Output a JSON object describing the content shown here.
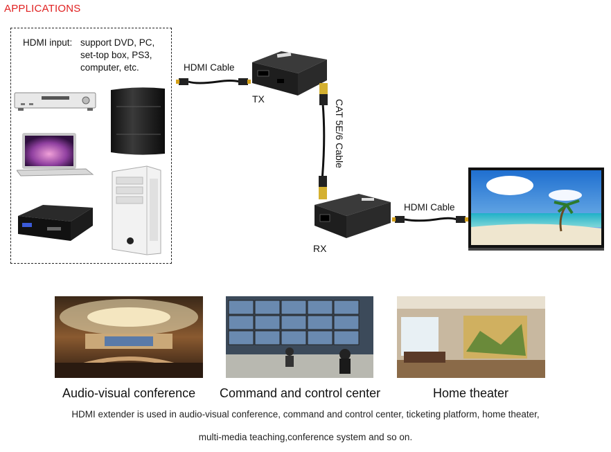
{
  "heading": "APPLICATIONS",
  "source": {
    "input_label": "HDMI input:",
    "input_lines": [
      "support DVD, PC,",
      "set-top box, PS3,",
      "computer, etc."
    ]
  },
  "cable_left_label": "HDMI Cable",
  "tx_label": "TX",
  "cat_label": "CAT 5E/6 Cable",
  "rx_label": "RX",
  "cable_right_label": "HDMI Cable",
  "captions": [
    "Audio-visual conference",
    "Command and control center",
    "Home theater"
  ],
  "description": [
    "HDMI extender is used in audio-visual conference, command and control center, ticketing platform, home theater,",
    "multi-media teaching,conference system and so on."
  ]
}
